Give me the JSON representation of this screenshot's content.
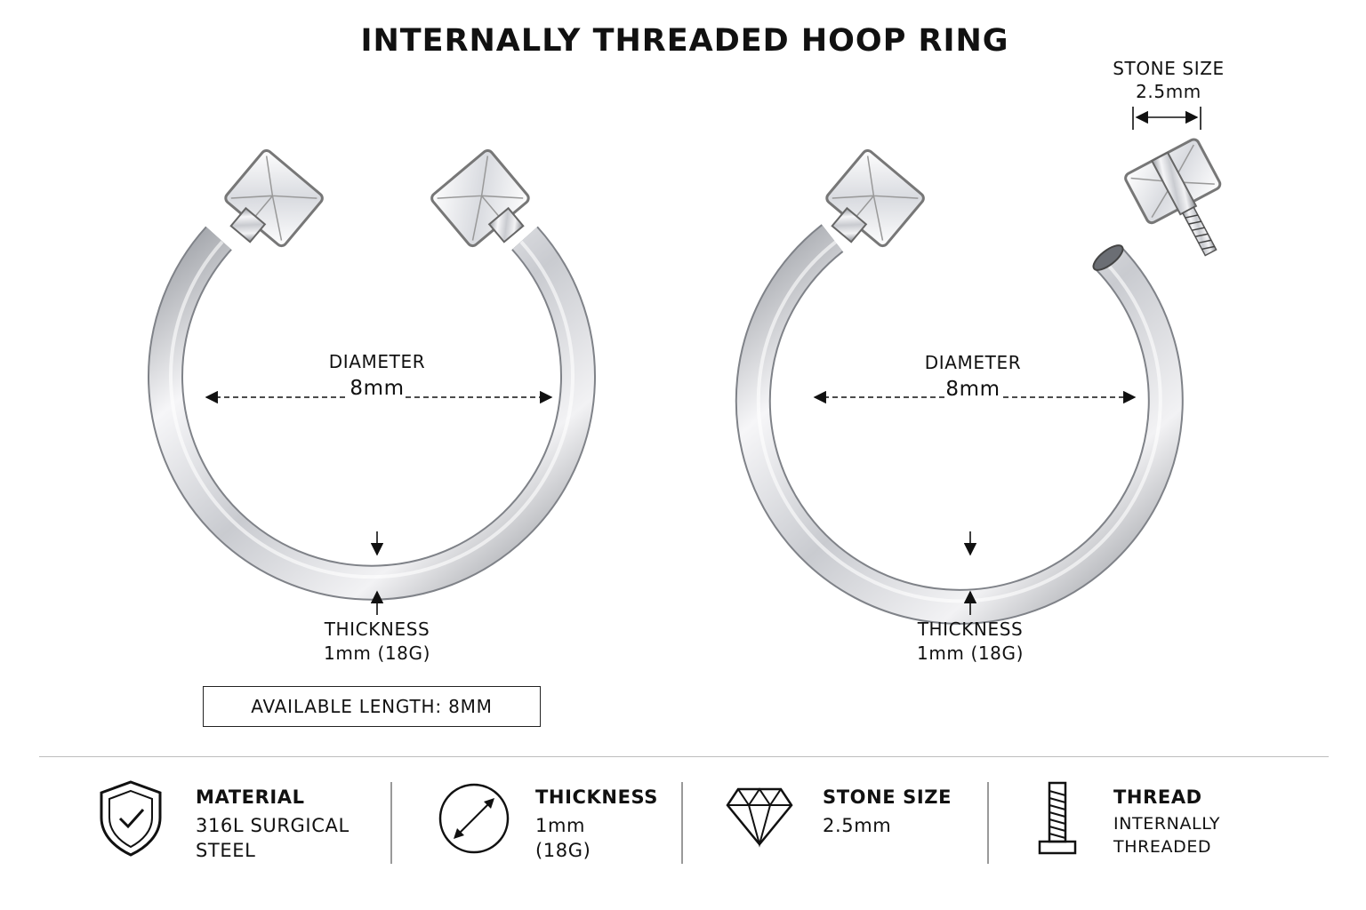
{
  "title": "INTERNALLY THREADED HOOP RING",
  "left_ring": {
    "diameter_label": "DIAMETER",
    "diameter_value": "8mm",
    "thickness_label": "THICKNESS",
    "thickness_value": "1mm (18G)"
  },
  "right_ring": {
    "diameter_label": "DIAMETER",
    "diameter_value": "8mm",
    "thickness_label": "THICKNESS",
    "thickness_value": "1mm (18G)",
    "stone_size_label": "STONE SIZE",
    "stone_size_value": "2.5mm"
  },
  "available_length": "AVAILABLE LENGTH: 8MM",
  "features": [
    {
      "icon": "shield-check-icon",
      "heading": "MATERIAL",
      "value_lines": [
        "316L SURGICAL",
        "STEEL"
      ]
    },
    {
      "icon": "diameter-circle-icon",
      "heading": "THICKNESS",
      "value_lines": [
        "1mm",
        "(18G)"
      ]
    },
    {
      "icon": "diamond-icon",
      "heading": "STONE SIZE",
      "value_lines": [
        "2.5mm"
      ]
    },
    {
      "icon": "screw-icon",
      "heading": "THREAD",
      "value_lines": [
        "INTERNALLY",
        "THREADED"
      ]
    }
  ],
  "colors": {
    "text": "#111111",
    "metal_light": "#f4f4f6",
    "metal_dark": "#8a8d93",
    "divider": "#bdbdbd"
  }
}
